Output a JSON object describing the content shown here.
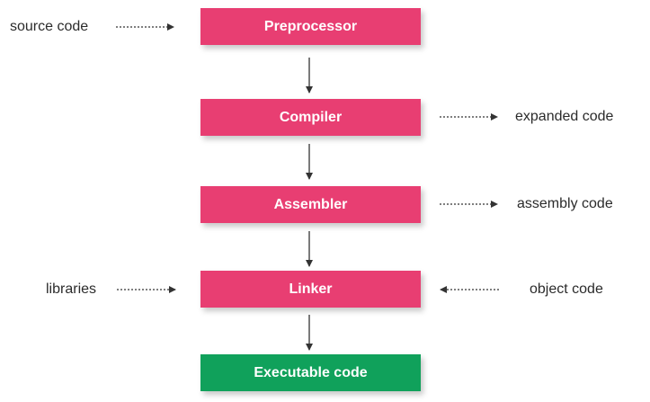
{
  "diagram": {
    "stages": [
      {
        "id": "preprocessor",
        "label": "Preprocessor"
      },
      {
        "id": "compiler",
        "label": "Compiler"
      },
      {
        "id": "assembler",
        "label": "Assembler"
      },
      {
        "id": "linker",
        "label": "Linker"
      },
      {
        "id": "executable",
        "label": "Executable code"
      }
    ],
    "inputs": {
      "source_code": "source code",
      "libraries": "libraries",
      "object_code": "object code"
    },
    "outputs": {
      "expanded_code": "expanded code",
      "assembly_code": "assembly code"
    }
  },
  "colors": {
    "stage": "#e83e72",
    "final_stage": "#10a15b",
    "text_on_stage": "#ffffff",
    "label_text": "#2b2b2b",
    "arrow": "#333333"
  }
}
